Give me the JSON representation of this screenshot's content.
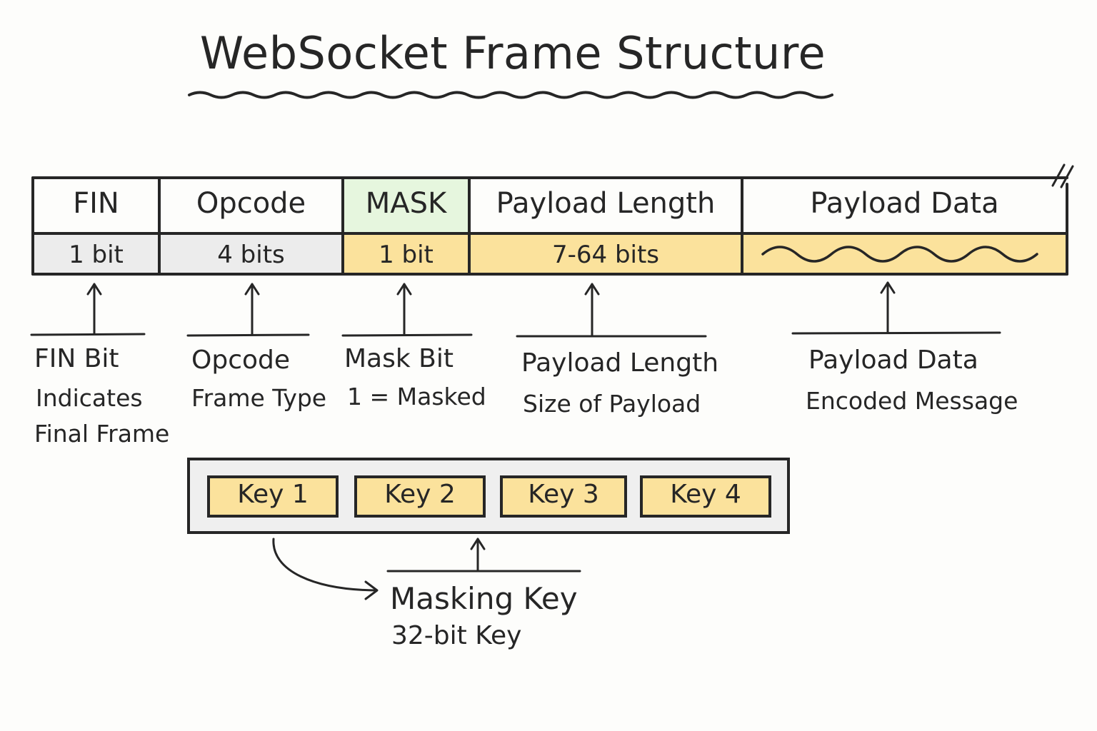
{
  "title": "WebSocket Frame Structure",
  "fields": [
    {
      "name": "FIN",
      "bits": "1 bit"
    },
    {
      "name": "Opcode",
      "bits": "4 bits"
    },
    {
      "name": "MASK",
      "bits": "1 bit"
    },
    {
      "name": "Payload Length",
      "bits": "7-64 bits"
    },
    {
      "name": "Payload Data"
    }
  ],
  "annotations": [
    {
      "title": "FIN Bit",
      "lines": [
        "Indicates",
        "Final Frame"
      ]
    },
    {
      "title": "Opcode",
      "lines": [
        "Frame Type"
      ]
    },
    {
      "title": "Mask Bit",
      "lines": [
        "1 = Masked"
      ]
    },
    {
      "title": "Payload Length",
      "lines": [
        "Size of Payload"
      ]
    },
    {
      "title": "Payload Data",
      "lines": [
        "Encoded Message"
      ]
    }
  ],
  "masking_key": {
    "keys": [
      "Key 1",
      "Key 2",
      "Key 3",
      "Key 4"
    ],
    "title": "Masking Key",
    "subtitle": "32-bit Key"
  },
  "colors": {
    "ink": "#262626",
    "gray_fill": "#ececec",
    "yellow_fill": "#fbe29c",
    "green_fill": "#e6f6de",
    "background": "#fdfdfb"
  }
}
